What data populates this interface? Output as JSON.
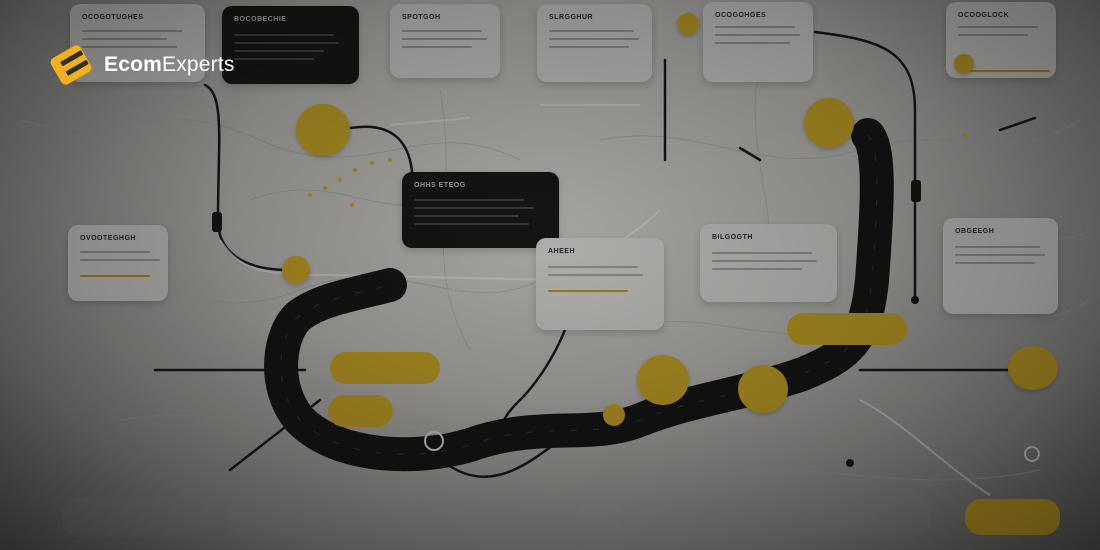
{
  "brand": {
    "name_strong": "Ecom",
    "name_light": "Experts",
    "accent_color": "#F2B01E",
    "logo_icon": "ecomexperts-logo-icon"
  },
  "background": {
    "description_icon": "workflow-roadmap-illustration",
    "road_color": "#1a1a1a",
    "node_color": "#E7BD2E"
  }
}
